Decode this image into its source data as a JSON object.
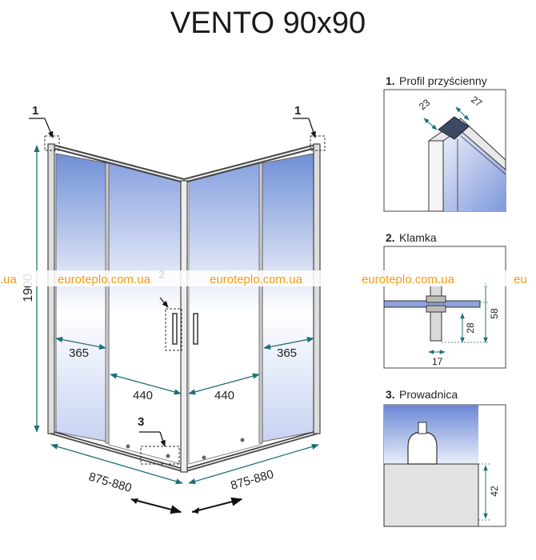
{
  "title": "VENTO 90x90",
  "markers": {
    "profile": "1",
    "handle": "2",
    "guide": "3"
  },
  "dimensions": {
    "height": "1900",
    "left_fixed": "365",
    "right_fixed": "365",
    "left_door": "440",
    "right_door": "440",
    "left_width": "875-880",
    "right_width": "875-880"
  },
  "details": {
    "profile": {
      "number": "1.",
      "label": "Profil przyścienny",
      "dim_a": "23",
      "dim_b": "27"
    },
    "handle": {
      "number": "2.",
      "label": "Klamka",
      "dim_a": "58",
      "dim_b": "28",
      "dim_c": "17"
    },
    "guide": {
      "number": "3.",
      "label": "Prowadnica",
      "dim_a": "42"
    }
  },
  "watermark": {
    "left_fragment": ".ua",
    "text_1": "euroteplo.com.ua",
    "text_2": "euroteplo.com.ua",
    "text_3": "euroteplo.com.ua",
    "right_fragment": "eu",
    "color": "#f39c12"
  },
  "colors": {
    "glass_blue": "#6f8fd6",
    "frame": "#555555"
  }
}
